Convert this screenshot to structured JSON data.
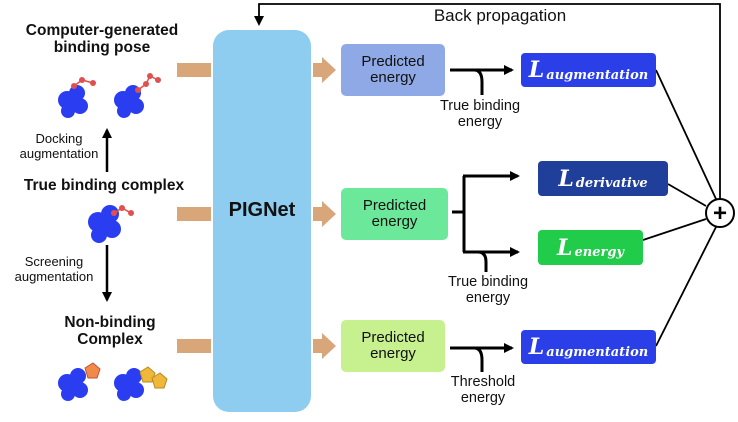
{
  "left_panel": {
    "computer_generated_title": "Computer-generated\nbinding pose",
    "docking_label": "Docking\naugmentation",
    "true_complex_title": "True binding complex",
    "screening_label": "Screening\naugmentation",
    "non_binding_title": "Non-binding\nComplex"
  },
  "model": {
    "label": "PIGNet"
  },
  "rows": [
    {
      "predicted_label": "Predicted\nenergy",
      "reference_label": "True binding\nenergy",
      "loss_symbol": "L",
      "loss_subscript": "augmentation"
    },
    {
      "predicted_label": "Predicted\nenergy",
      "reference_label": "True binding\nenergy",
      "loss_symbol": "L",
      "loss_subscript": "derivative",
      "loss2_symbol": "L",
      "loss2_subscript": "energy"
    },
    {
      "predicted_label": "Predicted\nenergy",
      "reference_label": "Threshold\nenergy",
      "loss_symbol": "L",
      "loss_subscript": "augmentation"
    }
  ],
  "backprop_label": "Back propagation",
  "sum_symbol": "+",
  "colors": {
    "model_fill": "#8ecdf0",
    "arrow_tan": "#d9a679",
    "pred_row1": "#8fa8e6",
    "pred_row2": "#6ce89a",
    "pred_row3": "#c7f08e",
    "loss_aug": "#2a3fe8",
    "loss_deriv": "#1f3f9a",
    "loss_energy": "#21cc4a",
    "protein_blue": "#2a3df0",
    "ligand_red": "#e05050",
    "ligand_orange": "#f08a4a",
    "ligand_gold": "#f0b83a"
  }
}
